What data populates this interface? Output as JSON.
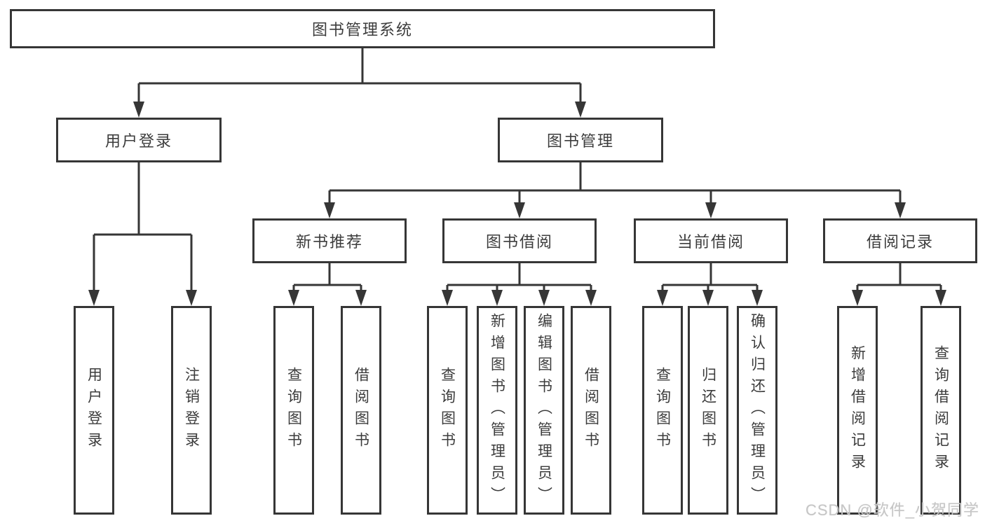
{
  "colors": {
    "line": "#363636",
    "box_border": "#363636",
    "text": "#3c3c3c",
    "watermark": "#c6c6c6",
    "background": "#ffffff"
  },
  "watermark": {
    "text": "CSDN @软件_小贺同学"
  },
  "tree": {
    "label": "图书管理系统",
    "children": [
      {
        "label": "用户登录",
        "children": [
          {
            "label": "用户登录"
          },
          {
            "label": "注销登录"
          }
        ]
      },
      {
        "label": "图书管理",
        "children": [
          {
            "label": "新书推荐",
            "children": [
              {
                "label": "查询图书"
              },
              {
                "label": "借阅图书"
              }
            ]
          },
          {
            "label": "图书借阅",
            "children": [
              {
                "label": "查询图书"
              },
              {
                "label": "新增图书（管理员）"
              },
              {
                "label": "编辑图书（管理员）"
              },
              {
                "label": "借阅图书"
              }
            ]
          },
          {
            "label": "当前借阅",
            "children": [
              {
                "label": "查询图书"
              },
              {
                "label": "归还图书"
              },
              {
                "label": "确认归还（管理员）"
              }
            ]
          },
          {
            "label": "借阅记录",
            "children": [
              {
                "label": "新增借阅记录"
              },
              {
                "label": "查询借阅记录"
              }
            ]
          }
        ]
      }
    ]
  }
}
